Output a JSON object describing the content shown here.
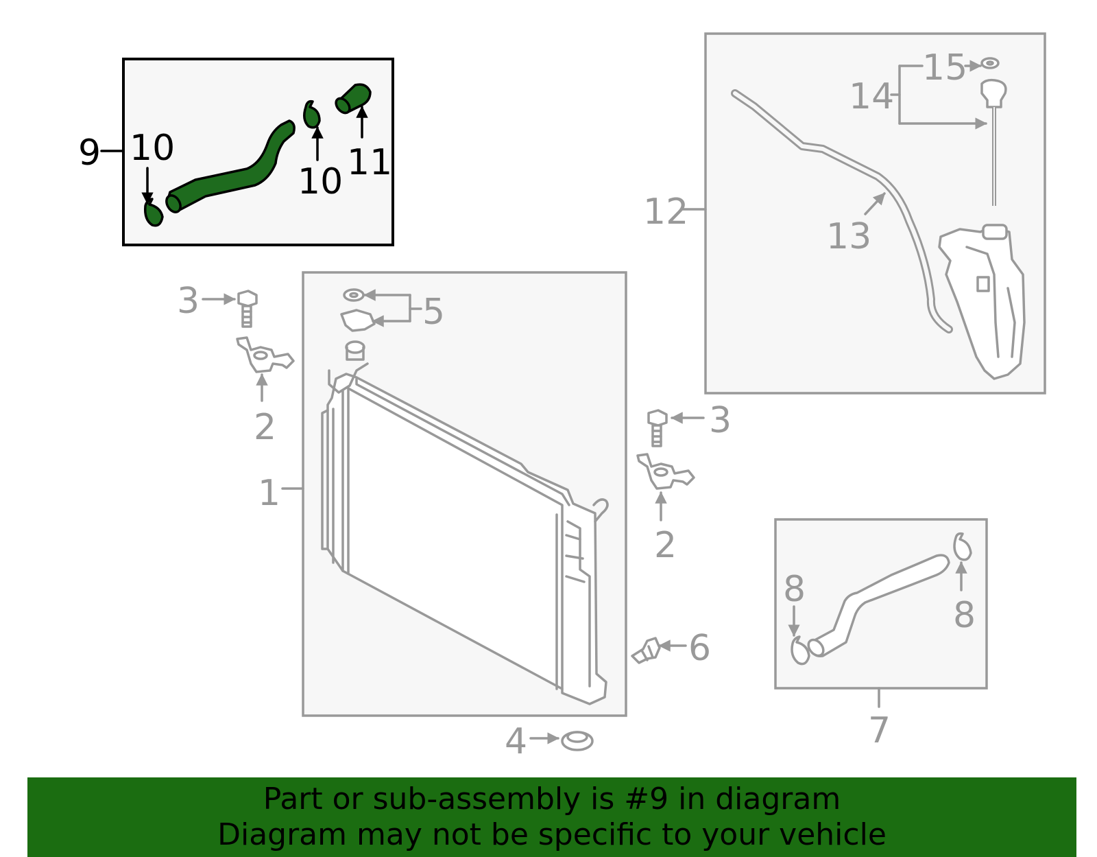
{
  "callouts": {
    "c1": "1",
    "c2a": "2",
    "c2b": "2",
    "c3a": "3",
    "c3b": "3",
    "c4": "4",
    "c5": "5",
    "c6": "6",
    "c7": "7",
    "c8a": "8",
    "c8b": "8",
    "c9": "9",
    "c10a": "10",
    "c10b": "10",
    "c11": "11",
    "c12": "12",
    "c13": "13",
    "c14": "14",
    "c15": "15"
  },
  "banner": {
    "line1": "Part or sub-assembly is #9 in diagram",
    "line2": "Diagram may not be specific to your vehicle"
  },
  "colors": {
    "highlight": "#1e6b1e",
    "banner": "#1b6d11",
    "part_grey": "#999999",
    "box_fill": "#f7f7f7"
  }
}
